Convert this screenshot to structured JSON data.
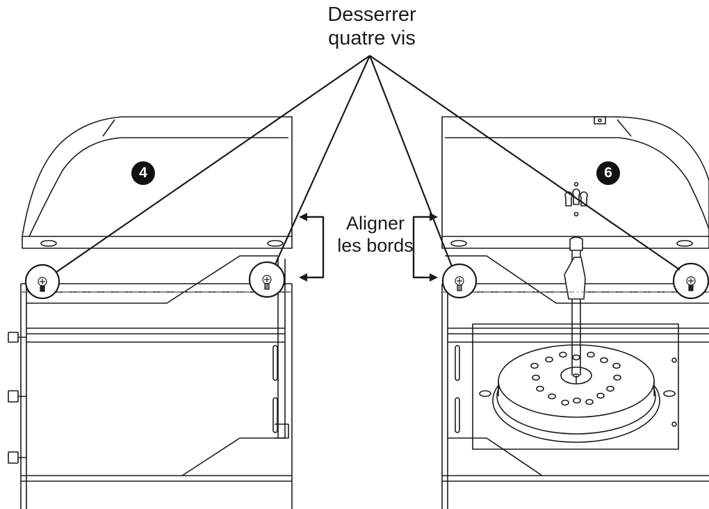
{
  "callouts": {
    "screws_line1": "Desserrer",
    "screws_line2": "quatre vis",
    "align_line1": "Aligner",
    "align_line2": "les bords"
  },
  "badges": {
    "left_panel": "4",
    "right_panel": "6"
  },
  "colors": {
    "ink": "#1a1a1a",
    "badge_fill": "#111111",
    "background": "#ffffff"
  }
}
